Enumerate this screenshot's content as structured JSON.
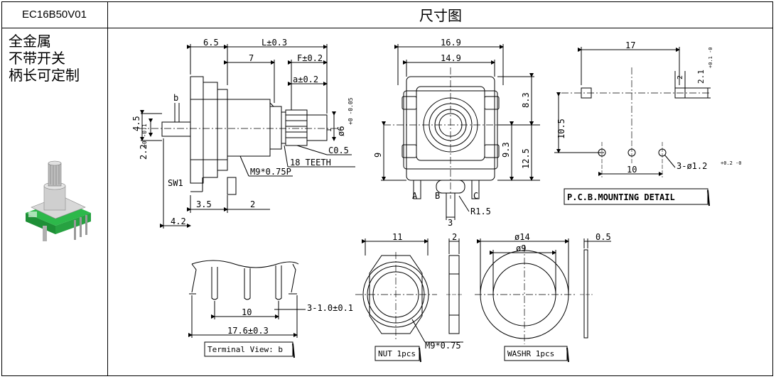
{
  "header": {
    "model": "EC16B50V01",
    "title": "尺寸图"
  },
  "description": [
    "全金属",
    "不带开关",
    "柄长可定制"
  ],
  "side_view": {
    "dims": {
      "d65": "6.5",
      "L": "L±0.3",
      "d7": "7",
      "F": "F±0.2",
      "a": "a±0.2",
      "b": "b",
      "d45": "4.5",
      "d22": "2.2",
      "tol22": "+0 -0.1",
      "d6": "ø6",
      "tol6": "+0 -0.05",
      "d1": "1",
      "c05": "C0.5",
      "teeth": "18 TEETH",
      "thread": "M9*0.75P",
      "sw1": "SW1",
      "d35": "3.5",
      "d2": "2",
      "d42": "4.2"
    }
  },
  "front_view": {
    "dims": {
      "d169": "16.9",
      "d149": "14.9",
      "d83": "8.3",
      "d9": "9",
      "d93": "9.3",
      "d125": "12.5",
      "pinA": "A",
      "pinB": "B",
      "pinC": "C",
      "r15": "R1.5",
      "d3": "3"
    }
  },
  "pcb": {
    "dims": {
      "d17": "17",
      "d2": "2",
      "d21": "2.1",
      "tol21": "+0.1 -0",
      "d105": "10.5",
      "d10": "10",
      "holes": "3-ø1.2",
      "tolh": "+0.2 -0"
    },
    "label": "P.C.B.MOUNTING DETAIL"
  },
  "terminal": {
    "dims": {
      "d10": "10",
      "pins": "3-1.0±0.1",
      "d176": "17.6±0.3"
    },
    "label": "Terminal View: b"
  },
  "nut": {
    "dims": {
      "d11": "11",
      "d2": "2",
      "thread": "M9*0.75"
    },
    "label": "NUT 1pcs"
  },
  "washer": {
    "dims": {
      "d14": "ø14",
      "d9": "ø9",
      "d05": "0.5"
    },
    "label": "WASHR  1pcs"
  }
}
